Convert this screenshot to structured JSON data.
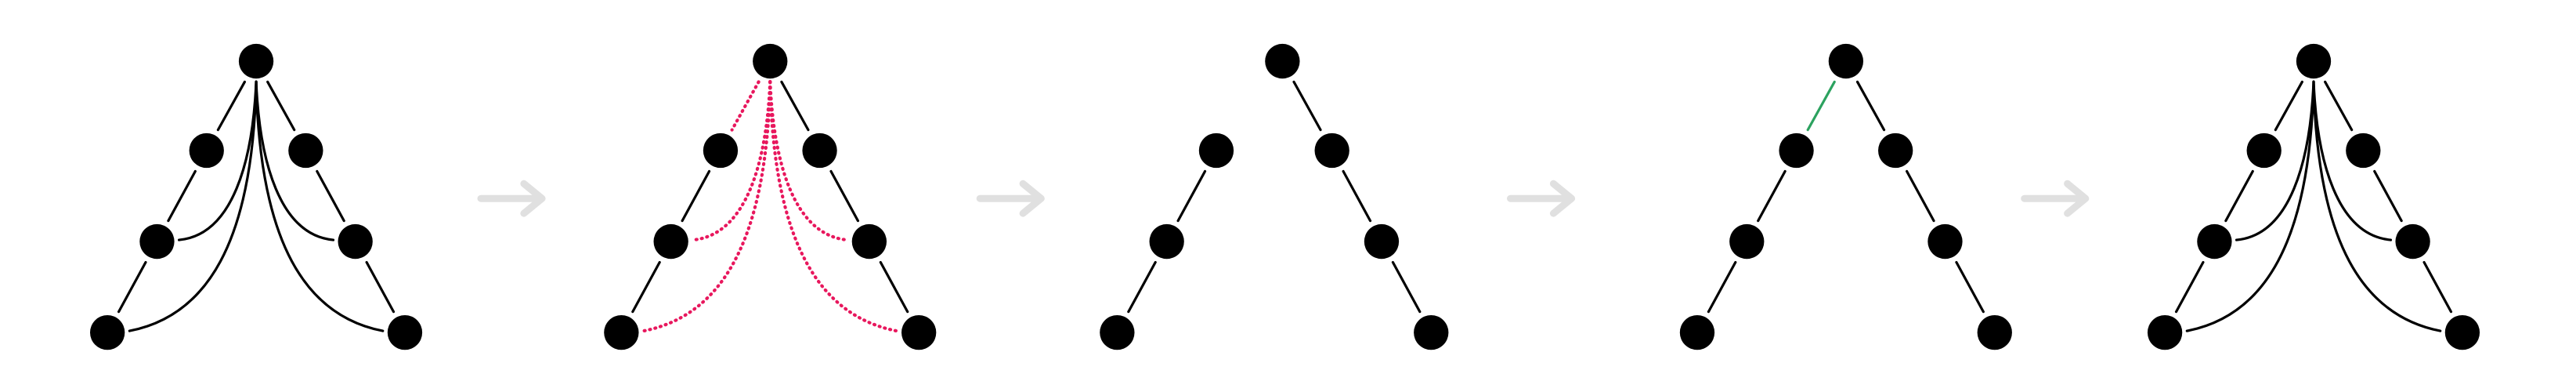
{
  "colors": {
    "node": "#000000",
    "edge": "#000000",
    "removed_edge": "#e8175d",
    "added_edge": "#2ca25f",
    "arrow": "#e0e0e0",
    "background": "#ffffff"
  },
  "panels": [
    {
      "id": "panel-1",
      "edge_style": "solid",
      "description_icon": "graph-original"
    },
    {
      "id": "panel-2",
      "edge_style": "dotted-highlight",
      "description_icon": "graph-edges-marked"
    },
    {
      "id": "panel-3",
      "edge_style": "solid",
      "description_icon": "graph-edges-removed"
    },
    {
      "id": "panel-4",
      "edge_style": "solid",
      "description_icon": "graph-edge-added"
    },
    {
      "id": "panel-5",
      "edge_style": "solid",
      "description_icon": "graph-restored"
    }
  ],
  "arrows": [
    {
      "id": "arrow-1",
      "icon": "right-arrow-icon"
    },
    {
      "id": "arrow-2",
      "icon": "right-arrow-icon"
    },
    {
      "id": "arrow-3",
      "icon": "right-arrow-icon"
    },
    {
      "id": "arrow-4",
      "icon": "right-arrow-icon"
    }
  ]
}
